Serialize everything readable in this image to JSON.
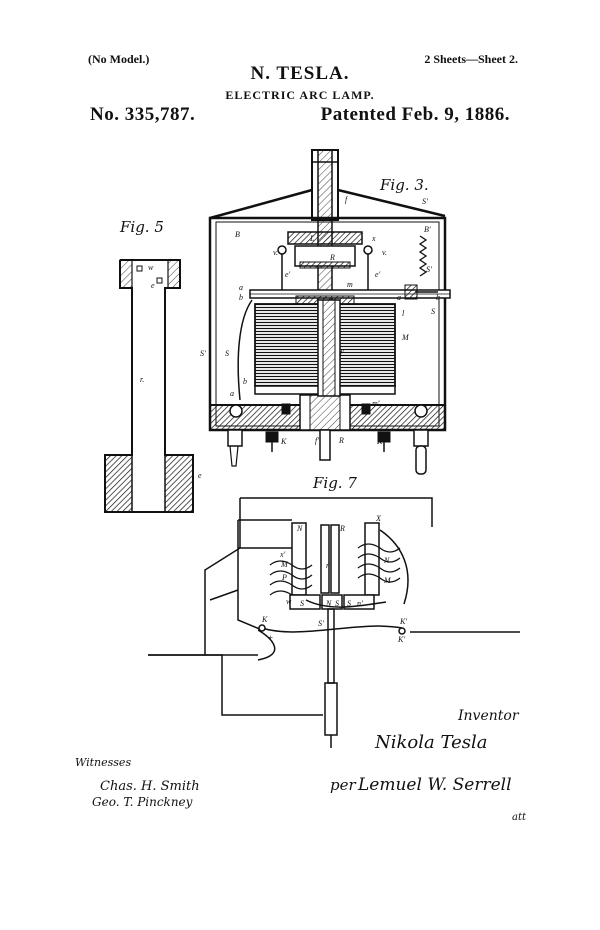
{
  "header": {
    "model_note": "(No Model.)",
    "sheets": "2 Sheets—Sheet 2.",
    "inventor": "N. TESLA.",
    "title": "ELECTRIC ARC LAMP.",
    "patent_number": "No. 335,787.",
    "patent_date": "Patented Feb. 9, 1886."
  },
  "figures": {
    "fig3": "Fig. 3.",
    "fig5": "Fig. 5",
    "fig7": "Fig. 7"
  },
  "signatures": {
    "witnesses_label": "Witnesses",
    "witness_1": "Chas. H. Smith",
    "witness_2": "Geo. T. Pinckney",
    "inventor_label": "Inventor",
    "inventor_signature": "Nikola Tesla",
    "attorney_signature": "Lemuel W. Serrell",
    "attorney_prefix": "per",
    "attorney_suffix": "att"
  }
}
